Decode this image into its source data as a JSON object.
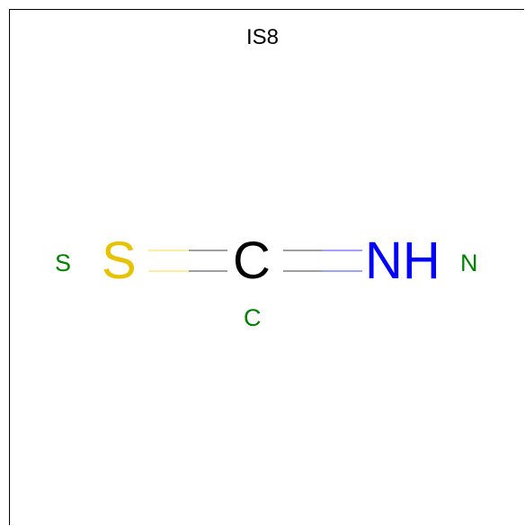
{
  "title": "IS8",
  "atoms": {
    "sulfur": {
      "symbol": "S",
      "color": "#e6c200"
    },
    "carbon": {
      "symbol": "C",
      "color": "#000000"
    },
    "nitrogen": {
      "symbol": "NH",
      "color": "#0000ff"
    }
  },
  "labels": {
    "left": "S",
    "right": "N",
    "bottom": "C",
    "color": "#008000"
  },
  "bonds": [
    {
      "from": "S",
      "to": "C",
      "order": 2,
      "from_color": "#ffe680",
      "to_color": "#808080"
    },
    {
      "from": "C",
      "to": "NH",
      "order": 2,
      "from_color": "#808080",
      "to_color": "#8080ff"
    }
  ]
}
